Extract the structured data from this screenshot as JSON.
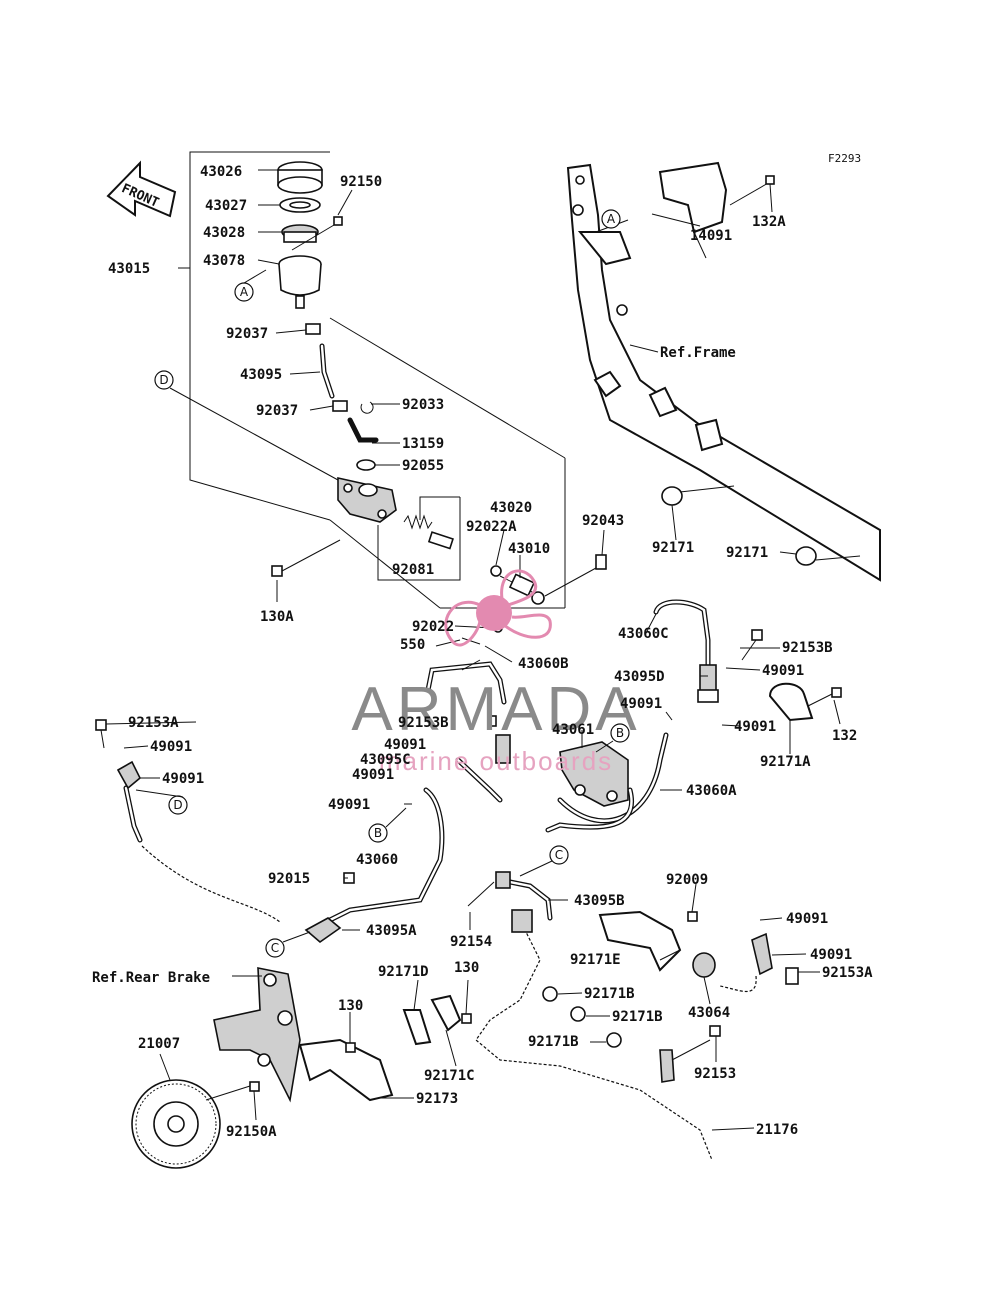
{
  "diagram_code": "F2293",
  "front_label": "FRONT",
  "watermark": {
    "brand": "ARMADA",
    "tagline": "marine outboards",
    "accent_color": "#e38ab0",
    "text_color": "#8a8a8a"
  },
  "references": {
    "frame": "Ref.Frame",
    "rear_brake": "Ref.Rear Brake"
  },
  "callouts": [
    "A",
    "B",
    "C",
    "D"
  ],
  "parts": [
    "43026",
    "43027",
    "43028",
    "43078",
    "43015",
    "92150",
    "92037",
    "43095",
    "92037",
    "92033",
    "13159",
    "92055",
    "43020",
    "92022A",
    "43010",
    "92043",
    "92081",
    "130A",
    "92022",
    "550",
    "43060B",
    "43060C",
    "92153B",
    "49091",
    "43095D",
    "49091",
    "49091",
    "132",
    "92171A",
    "92153A",
    "49091",
    "49091",
    "92153B",
    "49091",
    "43095C",
    "49091",
    "43061",
    "49091",
    "43060A",
    "43060",
    "92015",
    "43095A",
    "92009",
    "43095B",
    "92154",
    "49091",
    "92171E",
    "49091",
    "92153A",
    "43064",
    "92171B",
    "92171B",
    "92171B",
    "92153",
    "21176",
    "92171D",
    "130",
    "130",
    "92171C",
    "92173",
    "21007",
    "92150A",
    "14091",
    "132A",
    "92171",
    "92171"
  ]
}
